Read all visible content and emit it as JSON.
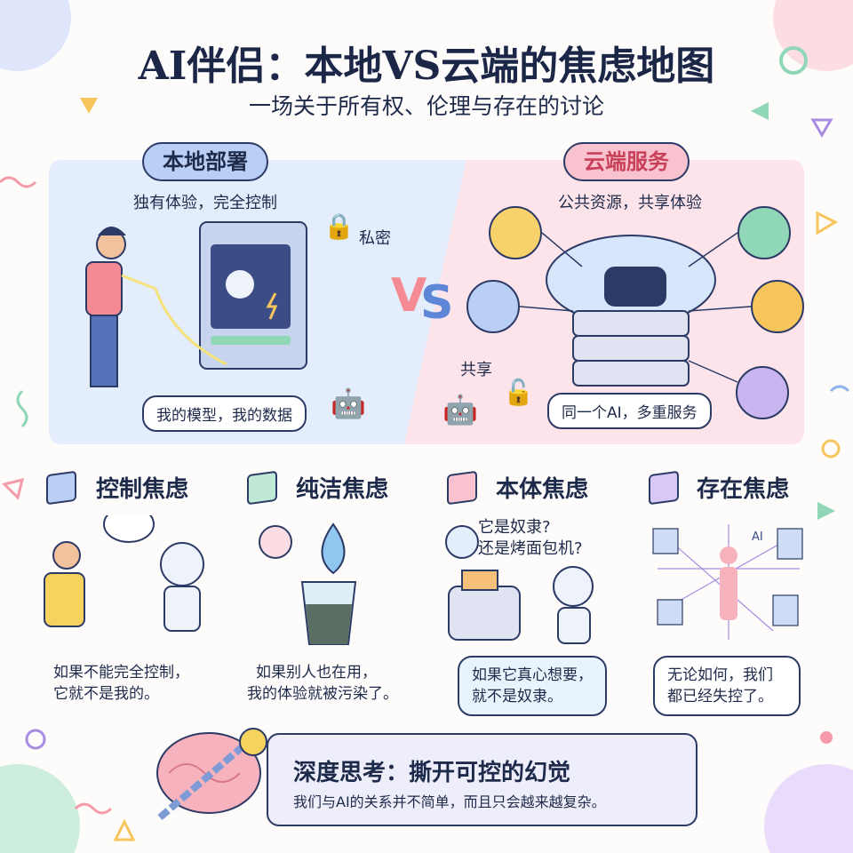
{
  "header": {
    "title": "AI伴侣：本地VS云端的焦虑地图",
    "subtitle": "一场关于所有权、伦理与存在的讨论"
  },
  "local": {
    "badge": "本地部署",
    "tagline": "独有体验，完全控制",
    "lock_label": "私密",
    "bubble": "我的模型，我的数据"
  },
  "vs": "VS",
  "cloud": {
    "badge": "云端服务",
    "tagline": "公共资源，共享体验",
    "unlock_label": "共享",
    "bubble": "同一个AI，多重服务"
  },
  "anxieties": [
    {
      "title": "控制焦虑",
      "caption_1": "如果不能完全控制，",
      "caption_2": "它就不是我的。"
    },
    {
      "title": "纯洁焦虑",
      "caption_1": "如果别人也在用，",
      "caption_2": "我的体验就被污染了。"
    },
    {
      "title": "本体焦虑",
      "question_1": "它是奴隶?",
      "question_2": "还是烤面包机?",
      "caption_1": "如果它真心想要，",
      "caption_2": "就不是奴隶。"
    },
    {
      "title": "存在焦虑",
      "caption_1": "无论如何，我们",
      "caption_2": "都已经失控了。",
      "server_label": "AI"
    }
  ],
  "conclusion": {
    "title": "深度思考：撕开可控的幻觉",
    "text": "我们与AI的关系并不简单，而且只会越来越复杂。"
  },
  "colors": {
    "local_bg": "#e4edfb",
    "cloud_bg": "#fce4ea",
    "local_badge": "#b9cff5",
    "cloud_badge": "#f8c3cf",
    "ink": "#1e2a4a"
  }
}
